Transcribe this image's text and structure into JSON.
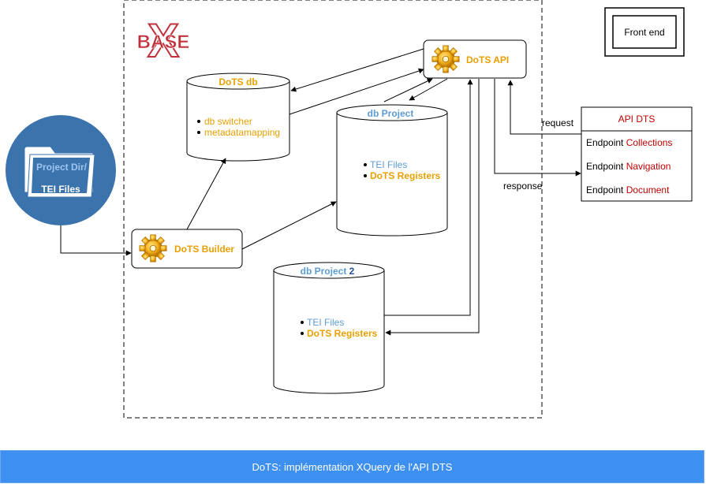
{
  "colors": {
    "orange": "#e8a000",
    "blue": "#5b9bd5",
    "red": "#c00000",
    "folder_blue": "#3b73ad",
    "footer_blue": "#3d8ff0"
  },
  "basex_logo": "BASE X",
  "front_end": "Front end",
  "dots_db": {
    "title": "DoTS db",
    "items": [
      "db switcher",
      "metadatamapping"
    ]
  },
  "dots_api": {
    "title": "DoTS API",
    "icon": "gear-icon"
  },
  "db_project": {
    "title": "db Project",
    "items": [
      "TEI Files",
      "DoTS Registers"
    ]
  },
  "db_project2": {
    "title_prefix": "db Project ",
    "title_number": "2",
    "items": [
      "TEI Files",
      "DoTS Registers"
    ]
  },
  "dots_builder": {
    "title": "DoTS Builder",
    "icon": "gear-icon"
  },
  "project_dir": {
    "line1": "Project Dir/",
    "line2": "TEI Files",
    "icon": "folder-icon"
  },
  "api_dts": {
    "title": "API DTS",
    "endpoint_word": "Endpoint",
    "endpoints": [
      "Collections",
      "Navigation",
      "Document"
    ]
  },
  "edges": {
    "request": "request",
    "response": "response"
  },
  "footer": "DoTS: implémentation XQuery de l'API DTS"
}
